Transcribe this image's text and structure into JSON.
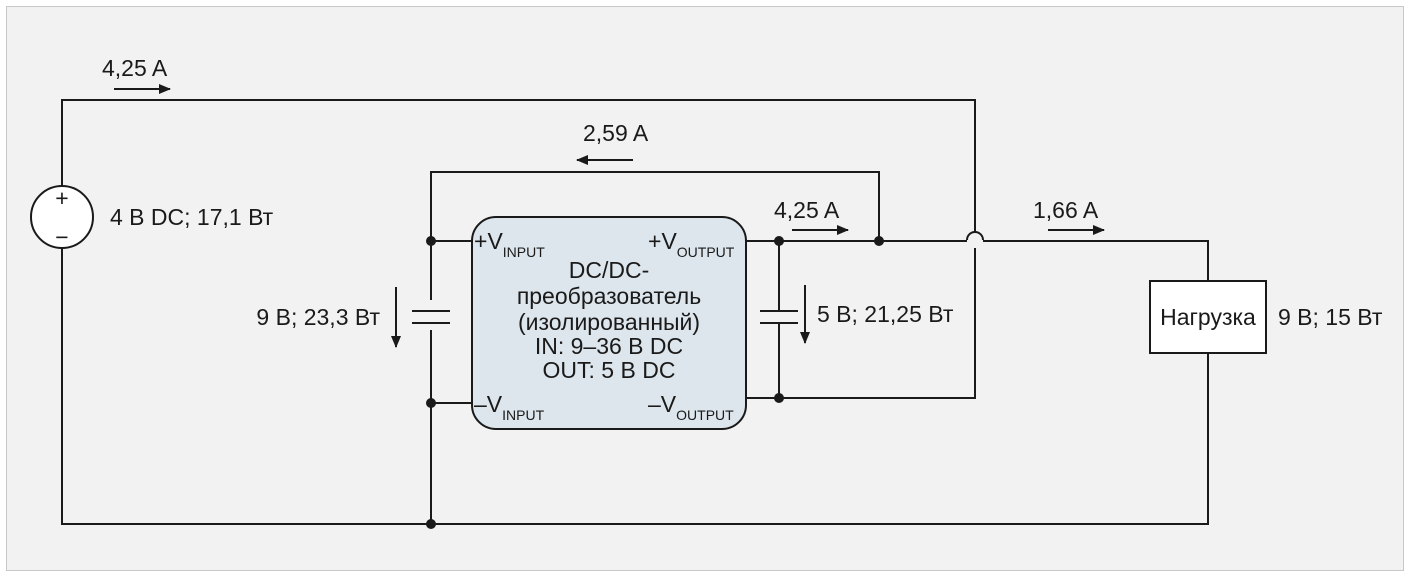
{
  "source": {
    "plus": "+",
    "minus": "−",
    "label": "4 В DC; 17,1 Вт"
  },
  "currents": {
    "top": "4,25 A",
    "feedback": "2,59 A",
    "converter_out": "4,25 A",
    "load": "1,66 A"
  },
  "input_cap_label": "9 В; 23,3 Вт",
  "output_cap_label": "5 В; 21,25 Вт",
  "converter": {
    "line1": "DC/DC-",
    "line2": "преобразователь",
    "line3": "(изолированный)",
    "line4": "IN: 9–36 В DC",
    "line5": "OUT: 5 В DC",
    "pins": {
      "vin_plus_sign": "+",
      "vin_minus_sign": "–",
      "vout_plus_sign": "+",
      "vout_minus_sign": "–",
      "v": "V",
      "input_sub": "INPUT",
      "output_sub": "OUTPUT"
    }
  },
  "load": {
    "name": "Нагрузка",
    "rating": "9 В; 15 Вт"
  },
  "colors": {
    "background": "#f2f2f3",
    "converter_fill": "#dde6ec",
    "wire": "#1a1a1a"
  }
}
